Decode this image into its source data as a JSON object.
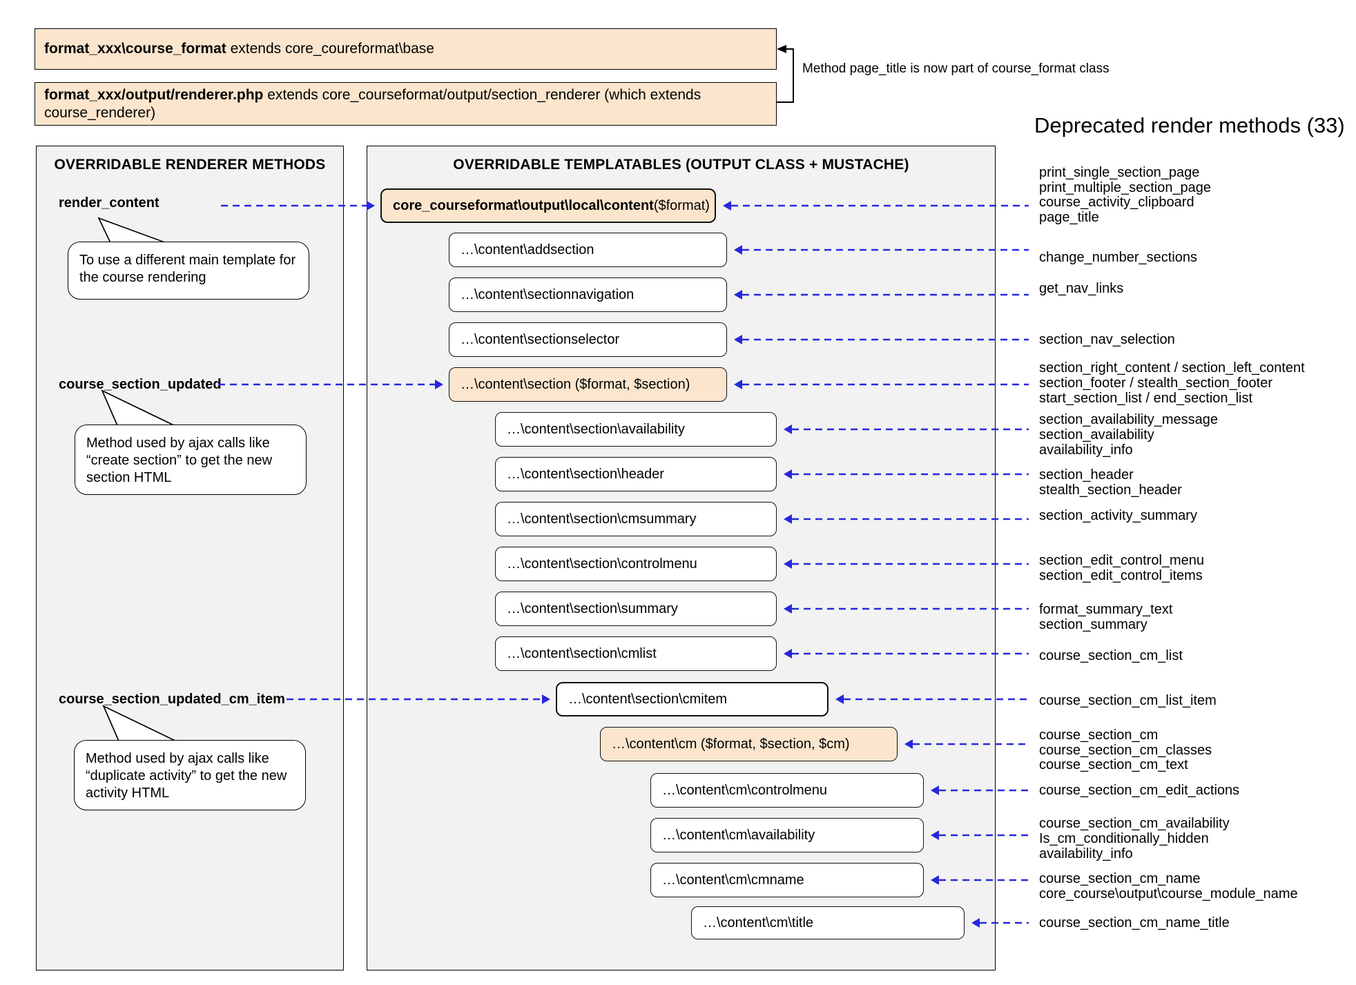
{
  "header": {
    "box1": {
      "bold": "format_xxx\\course_format",
      "rest": " extends core_coureformat\\base"
    },
    "box2": {
      "bold": "format_xxx/output/renderer.php",
      "rest": " extends core_courseformat/output/section_renderer (which extends course_renderer)"
    },
    "bracket_note": "Method page_title is now part of course_format class",
    "deprecated_title": "Deprecated render methods (33)"
  },
  "left_panel": {
    "title": "OVERRIDABLE RENDERER METHODS",
    "methods": [
      {
        "label": "render_content",
        "note": "To use a different main template for the course rendering"
      },
      {
        "label": "course_section_updated",
        "note": "Method used by ajax calls like “create section” to get the new section HTML"
      },
      {
        "label": "course_section_updated_cm_item",
        "note": "Method used by ajax calls like “duplicate activity” to get the new activity HTML"
      }
    ]
  },
  "middle_panel": {
    "title": "OVERRIDABLE TEMPLATABLES (OUTPUT CLASS + MUSTACHE)",
    "boxes": [
      {
        "b": "core_courseformat\\output\\local\\content",
        "r": " ($format)"
      },
      {
        "b": "",
        "r": "…\\content\\addsection"
      },
      {
        "b": "",
        "r": "…\\content\\sectionnavigation"
      },
      {
        "b": "",
        "r": "…\\content\\sectionselector"
      },
      {
        "b": "",
        "r": "…\\content\\section ($format, $section)"
      },
      {
        "b": "",
        "r": "…\\content\\section\\availability"
      },
      {
        "b": "",
        "r": "…\\content\\section\\header"
      },
      {
        "b": "",
        "r": "…\\content\\section\\cmsummary"
      },
      {
        "b": "",
        "r": "…\\content\\section\\controlmenu"
      },
      {
        "b": "",
        "r": "…\\content\\section\\summary"
      },
      {
        "b": "",
        "r": "…\\content\\section\\cmlist"
      },
      {
        "b": "",
        "r": "…\\content\\section\\cmitem"
      },
      {
        "b": "",
        "r": "…\\content\\cm ($format, $section, $cm)"
      },
      {
        "b": "",
        "r": "…\\content\\cm\\controlmenu"
      },
      {
        "b": "",
        "r": "…\\content\\cm\\availability"
      },
      {
        "b": "",
        "r": "…\\content\\cm\\cmname"
      },
      {
        "b": "",
        "r": "…\\content\\cm\\title"
      }
    ]
  },
  "deprecated_list": {
    "items": [
      "print_single_section_page",
      "print_multiple_section_page",
      "course_activity_clipboard",
      "page_title",
      "change_number_sections",
      "get_nav_links",
      "section_nav_selection",
      "section_right_content / section_left_content",
      "section_footer / stealth_section_footer",
      "start_section_list / end_section_list",
      "section_availability_message",
      "section_availability",
      "availability_info",
      "section_header",
      "stealth_section_header",
      "section_activity_summary",
      "section_edit_control_menu",
      "section_edit_control_items",
      "format_summary_text",
      "section_summary",
      "course_section_cm_list",
      "course_section_cm_list_item",
      "course_section_cm",
      "course_section_cm_classes",
      "course_section_cm_text",
      "course_section_cm_edit_actions",
      "course_section_cm_availability",
      "Is_cm_conditionally_hidden",
      "availability_info",
      "course_section_cm_name",
      "core_course\\output\\course_module_name",
      "course_section_cm_name_title"
    ]
  }
}
